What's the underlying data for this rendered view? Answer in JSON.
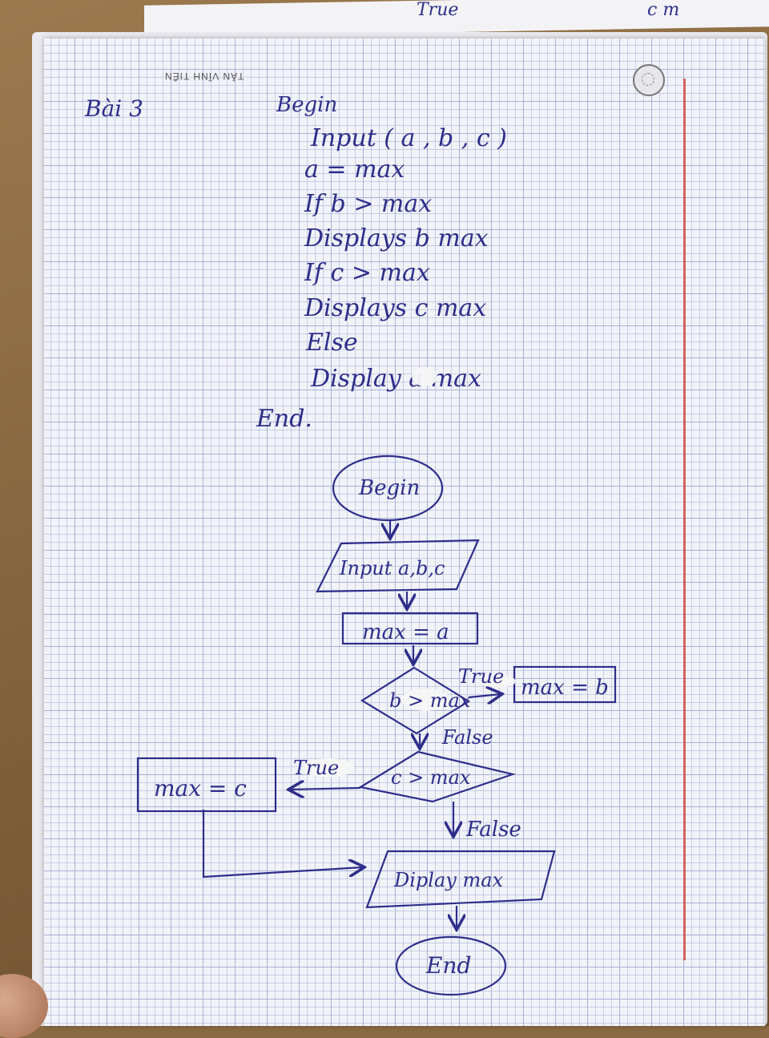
{
  "notebook": {
    "header_brand": "TÂN VĨNH TIẾN",
    "exercise_title": "Bài 3"
  },
  "pseudocode": {
    "lines": [
      "Begin",
      "Input ( a , b , c )",
      "a = max",
      "If b > max",
      "Displays b max",
      "If c > max",
      "Displays c max",
      "Else",
      "Display a max",
      "End."
    ]
  },
  "flowchart": {
    "begin": "Begin",
    "input": "Input a,b,c",
    "assign": "max = a",
    "decision1": "b > max",
    "true1": "True",
    "box_b": "max = b",
    "false1": "False",
    "decision2": "c > max",
    "true2": "True",
    "box_c": "max = c",
    "false2": "False",
    "output": "Diplay max",
    "end": "End"
  },
  "top_scrap": {
    "text1": "True",
    "text2": "c m"
  },
  "colors": {
    "ink": "#2e2e8a",
    "margin": "#d44a4a",
    "grid": "#a8b0d8"
  }
}
